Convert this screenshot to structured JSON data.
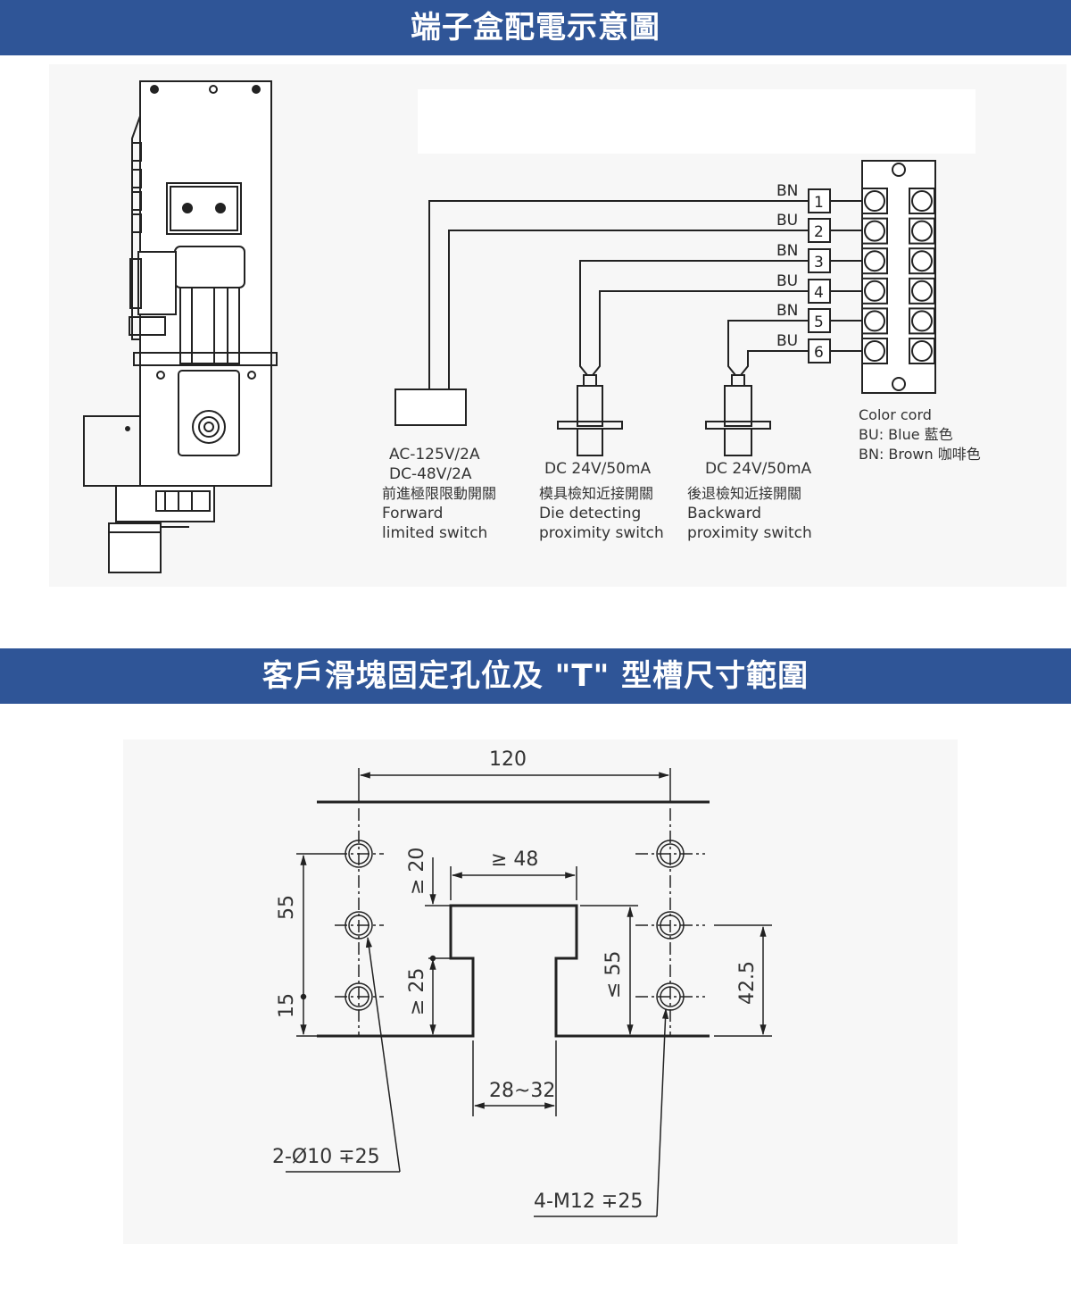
{
  "section1": {
    "title": "端子盒配電示意圖"
  },
  "wiring": {
    "terminals": [
      {
        "num": "1",
        "wire": "BN"
      },
      {
        "num": "2",
        "wire": "BU"
      },
      {
        "num": "3",
        "wire": "BN"
      },
      {
        "num": "4",
        "wire": "BU"
      },
      {
        "num": "5",
        "wire": "BN"
      },
      {
        "num": "6",
        "wire": "BU"
      }
    ],
    "legend": {
      "title": "Color cord",
      "bu": "BU: Blue 藍色",
      "bn": "BN: Brown 咖啡色"
    },
    "switches": [
      {
        "rating1": "AC-125V/2A",
        "rating2": "DC-48V/2A",
        "zh": "前進極限限動開關",
        "en1": "Forward",
        "en2": "limited switch"
      },
      {
        "rating1": "DC 24V/50mA",
        "zh": "模具檢知近接開關",
        "en1": "Die detecting",
        "en2": "proximity switch"
      },
      {
        "rating1": "DC 24V/50mA",
        "zh": "後退檢知近接開關",
        "en1": "Backward",
        "en2": "proximity switch"
      }
    ]
  },
  "section2": {
    "title": "客戶滑塊固定孔位及 \"T\" 型槽尺寸範圍"
  },
  "dimensions": {
    "width": "120",
    "slot_top": "≥ 48",
    "slot_bottom": "28~32",
    "depth_top": "≥ 20",
    "depth_bottom": "≥ 25",
    "slot_height": "≤ 55",
    "height_right": "42.5",
    "pitch_55": "55",
    "pitch_15": "15",
    "hole_note": "2-Ø10 ∓25",
    "thread_note": "4-M12 ∓25"
  }
}
